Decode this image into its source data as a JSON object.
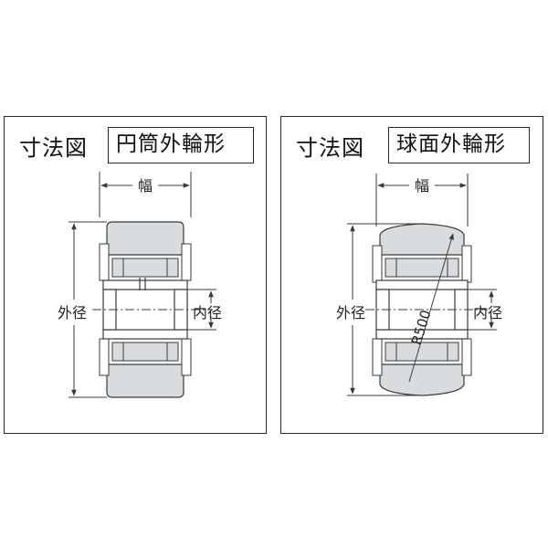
{
  "left_panel": {
    "heading": "寸法図",
    "type_label": "円筒外輪形",
    "width_label": "幅",
    "outer_dia_label": "外径",
    "inner_dia_label": "内径"
  },
  "right_panel": {
    "heading": "寸法図",
    "type_label": "球面外輪形",
    "width_label": "幅",
    "outer_dia_label": "外径",
    "inner_dia_label": "内径",
    "radius_label": "R500"
  },
  "colors": {
    "ring_fill": "#d9dcdf",
    "ring_stroke": "#3a3a3a",
    "dimension_line": "#3a3a3a",
    "border": "#2a2a2a"
  }
}
